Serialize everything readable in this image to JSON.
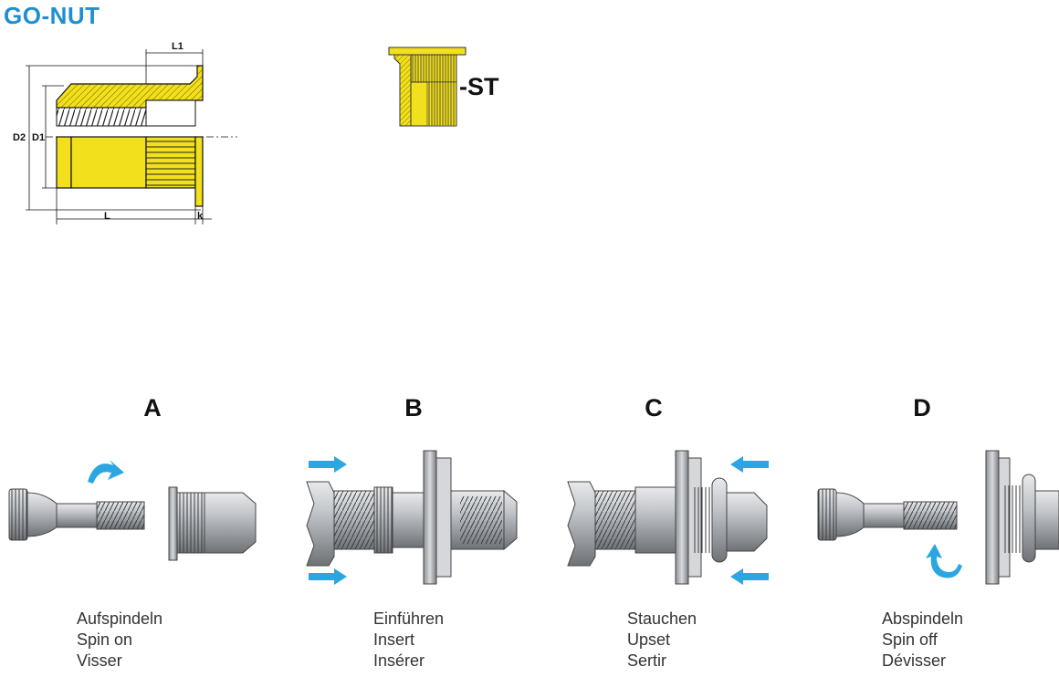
{
  "title": "GO-NUT",
  "variant_label": "-ST",
  "dimensions": {
    "l1": "L1",
    "d2": "D2",
    "d1": "D1",
    "l": "L",
    "k": "k"
  },
  "steps": [
    {
      "letter": "A",
      "lines": [
        "Aufspindeln",
        "Spin on",
        "Visser"
      ]
    },
    {
      "letter": "B",
      "lines": [
        "Einführen",
        "Insert",
        "Insérer"
      ]
    },
    {
      "letter": "C",
      "lines": [
        "Stauchen",
        "Upset",
        "Sertir"
      ]
    },
    {
      "letter": "D",
      "lines": [
        "Abspindeln",
        "Spin off",
        "Dévisser"
      ]
    }
  ],
  "colors": {
    "title": "#1f8fd1",
    "brass": "#f2e01c",
    "arrow": "#2ba6e0",
    "steel": "#b9bcc0"
  }
}
